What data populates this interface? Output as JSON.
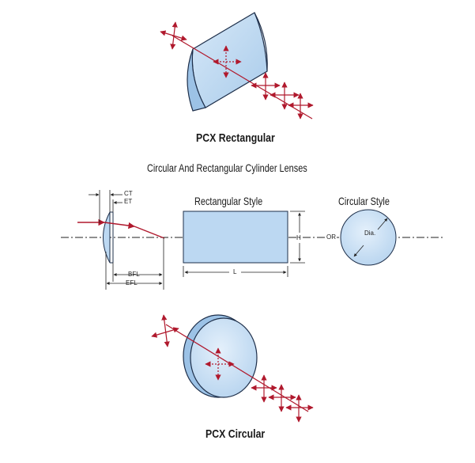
{
  "labels": {
    "pcx_rectangular": "PCX Rectangular",
    "main_title": "Circular And Rectangular Cylinder Lenses",
    "rectangular_style": "Rectangular Style",
    "circular_style": "Circular Style",
    "pcx_circular": "PCX Circular",
    "ct": "CT",
    "et": "ET",
    "bfl": "BFL",
    "efl": "EFL",
    "h": "H",
    "l": "L",
    "or": "OR",
    "dia": "Dia."
  },
  "colors": {
    "lens_fill": "#bcd8f2",
    "lens_dark": "#9cc2e6",
    "lens_edge": "#1e2f4a",
    "arrow_red": "#b0192d",
    "line_dark": "#222222"
  }
}
